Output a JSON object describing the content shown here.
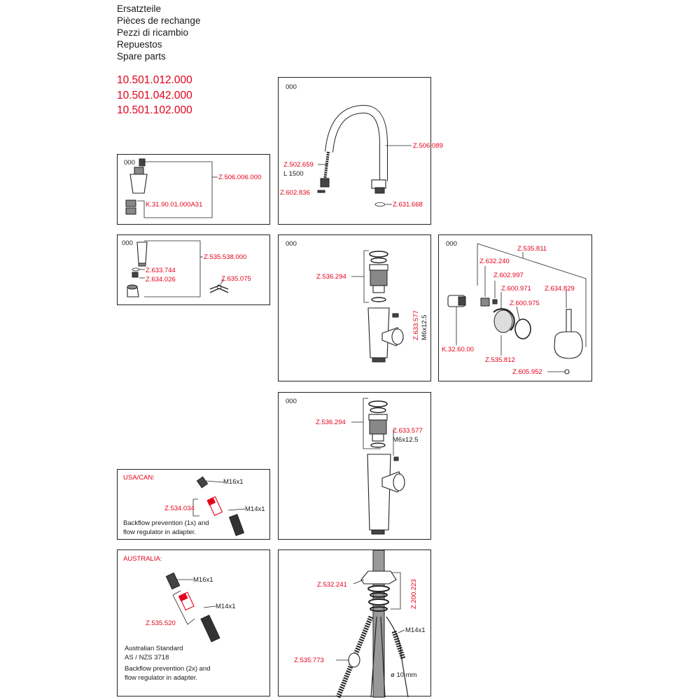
{
  "header": {
    "lines": [
      "Ersatzteile",
      "Pièces de rechange",
      "Pezzi di ricambio",
      "Repuestos",
      "Spare parts"
    ],
    "product_codes": [
      "10.501.012.000",
      "10.501.042.000",
      "10.501.102.000"
    ]
  },
  "colors": {
    "accent_red": "#e3001b",
    "line": "#222222"
  },
  "panel_spout": {
    "qty": "000",
    "spout": "Z.506.089",
    "hose": "Z.502.659",
    "hose_length": "L 1500",
    "small_part": "Z.602.836",
    "oring": "Z.631.668"
  },
  "panel_aerator": {
    "qty": "000",
    "aerator": "Z.506.006.000",
    "insert": "K.31.90.01.000A31"
  },
  "panel_handspray": {
    "qty": "000",
    "spray": "Z.535.538.000",
    "oring": "Z.633.744",
    "nut": "Z.634.026",
    "clip": "Z.635.075"
  },
  "panel_body1": {
    "qty": "000",
    "cartridge": "Z.536.294",
    "screw": "Z.633.577",
    "screw_size": "M6x12.5"
  },
  "panel_lever": {
    "qty": "000",
    "lever_set": "Z.535.811",
    "part_a": "Z.632.240",
    "part_b": "Z.602.997",
    "part_c": "Z.600.971",
    "part_d": "Z.600.975",
    "handle": "Z.634.829",
    "cartridge": "K.32.60.00",
    "ring_set": "Z.535.812",
    "pin": "Z.605.952"
  },
  "panel_body2": {
    "qty": "000",
    "cartridge": "Z.536.294",
    "screw": "Z.633.577",
    "screw_size": "M6x12.5"
  },
  "panel_usa": {
    "region": "USA/CAN:",
    "thread_top": "M16x1",
    "adapter": "Z.534.034",
    "thread_bottom": "M14x1",
    "note1": "Backflow prevention (1x) and",
    "note2": "flow regulator in adapter."
  },
  "panel_aus": {
    "region": "AUSTRALIA:",
    "thread_top": "M16x1",
    "adapter": "Z.535.520",
    "thread_bottom": "M14x1",
    "note1": "Australian Standard",
    "note2": "AS / NZS 3718",
    "note3": "Backflow prevention (2x) and",
    "note4": "flow regulator in adapter."
  },
  "panel_mount": {
    "bracket": "Z.532.241",
    "fixing_set": "Z.200.223",
    "hose_part": "Z.535.773",
    "thread": "M14x1",
    "diameter": "ø 10 mm"
  }
}
